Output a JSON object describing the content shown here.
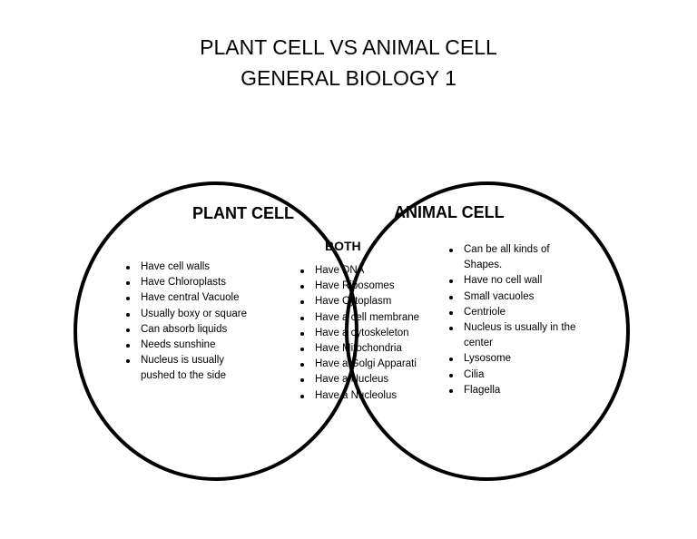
{
  "title": {
    "line1": "PLANT CELL VS ANIMAL CELL",
    "line2": "GENERAL BIOLOGY 1"
  },
  "sets": {
    "plant": {
      "heading": "PLANT CELL",
      "items": [
        "Have cell walls",
        "Have Chloroplasts",
        "Have central Vacuole",
        "Usually boxy or square",
        "Can absorb liquids",
        "Needs sunshine",
        "Nucleus is usually pushed to the side"
      ]
    },
    "both": {
      "heading": "BOTH",
      "items": [
        "Have DNA",
        "Have Ribosomes",
        "Have Cytoplasm",
        "Have a cell membrane",
        "Have a cytoskeleton",
        "Have Mitochondria",
        "Have a Golgi Apparati",
        "Have a Nucleus",
        "Have a Nucleolus"
      ]
    },
    "animal": {
      "heading": "ANIMAL CELL",
      "items": [
        "Can be all kinds of Shapes.",
        "Have no cell wall",
        "Small vacuoles",
        "Centriole",
        "Nucleus is usually in the center",
        "Lysosome",
        "Cilia",
        "Flagella"
      ]
    }
  }
}
